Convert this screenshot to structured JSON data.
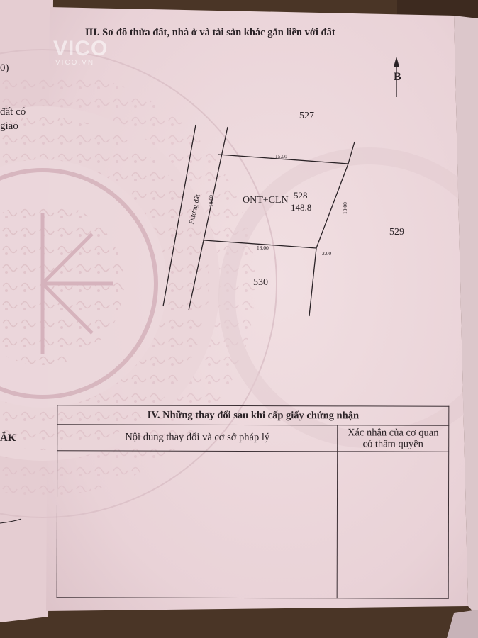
{
  "watermark": {
    "brand": "VICO",
    "site": "VICO.VN"
  },
  "section3": {
    "title": "III. Sơ đồ thửa đất, nhà ở và tài sản khác gắn liền với đất",
    "north_label": "B"
  },
  "left_fragments": [
    "0)",
    "đất có",
    "giao",
    "ẮK"
  ],
  "plot": {
    "land_use": "ONT+CLN",
    "parcel_number": "528",
    "area": "148.8",
    "neighbors": {
      "north": "527",
      "east": "529",
      "south": "530"
    },
    "road_label": "Đường đất",
    "dimensions": {
      "top": "15.00",
      "left": "10.00",
      "right": "10.00",
      "bottom": "13.00",
      "bottom_corner": "2.00"
    }
  },
  "section4": {
    "title": "IV. Những thay đổi sau khi cấp giấy chứng nhận",
    "col1_header": "Nội dung thay đổi và cơ sở pháp lý",
    "col2_header_line1": "Xác nhận của cơ quan",
    "col2_header_line2": "có thẩm quyền"
  },
  "colors": {
    "paper": "#eed9dd",
    "ink": "#2a2226",
    "background": "#4a3526"
  }
}
